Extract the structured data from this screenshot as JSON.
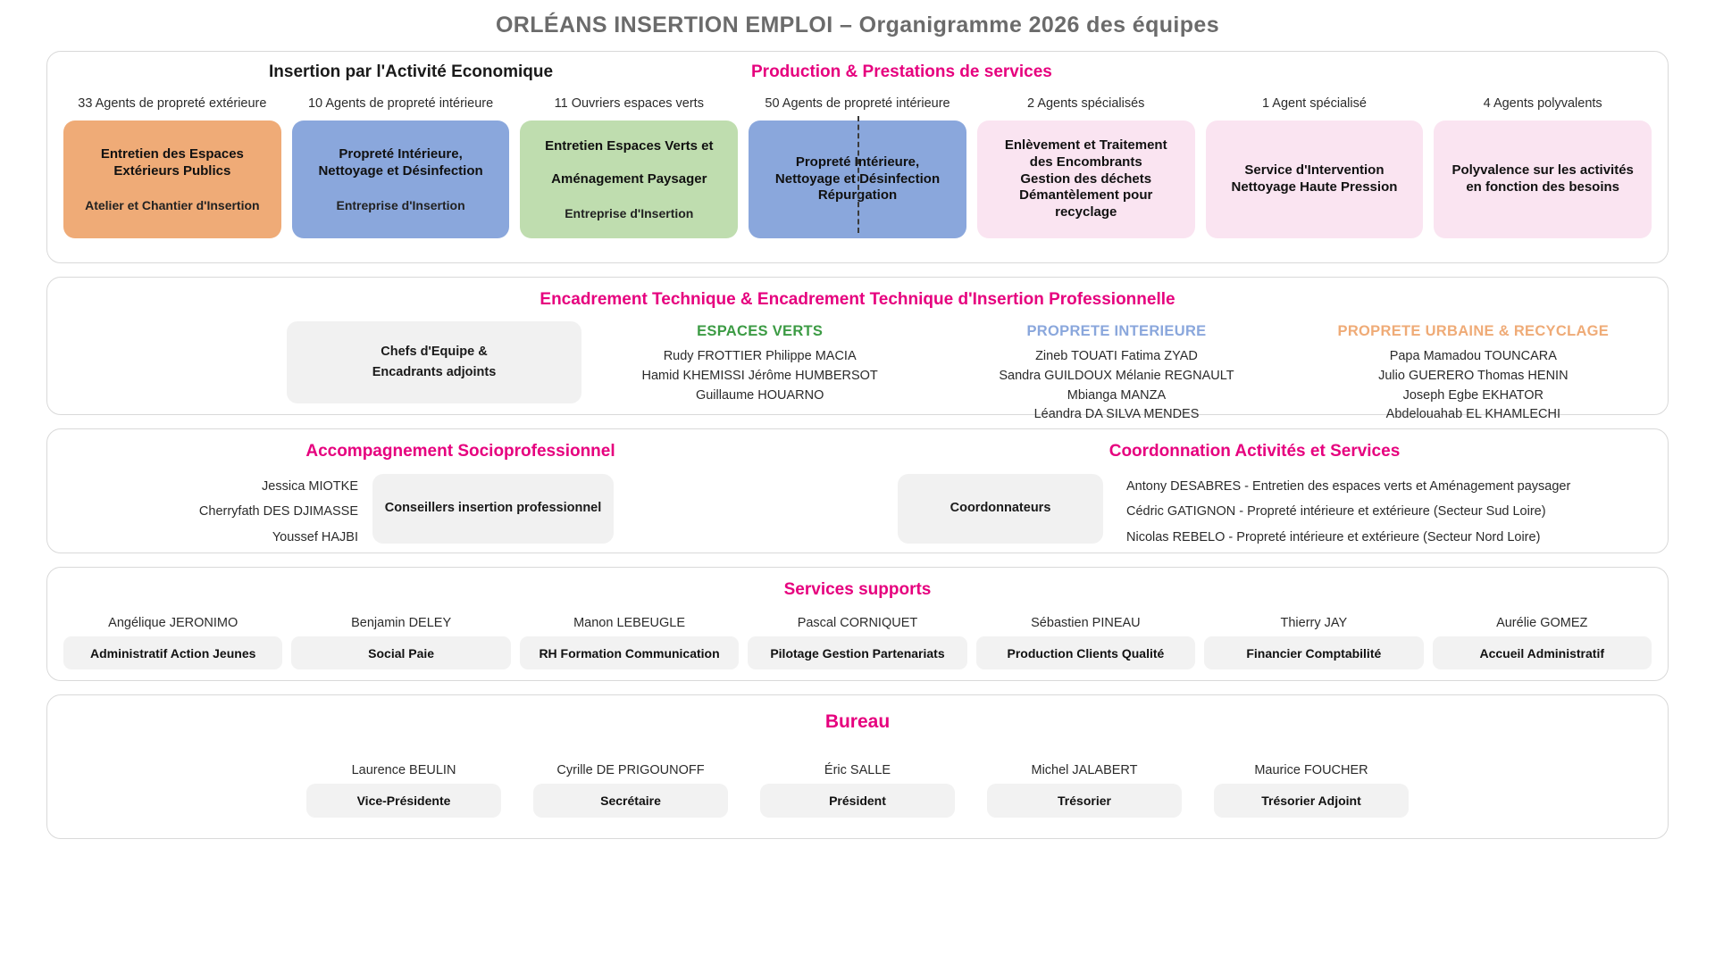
{
  "header": {
    "title": "ORLÉANS INSERTION EMPLOI – Organigramme 2026 des équipes"
  },
  "section_activities": {
    "heading_left": "Insertion par l'Activité Economique",
    "heading_right": "Production & Prestations de services",
    "columns": [
      {
        "count": "33 Agents de propreté extérieure",
        "color": "#efab77",
        "title_line1": "Entretien des Espaces",
        "title_line2": "Extérieurs Publics",
        "subtitle": "Atelier et Chantier d'Insertion"
      },
      {
        "count": "10 Agents de propreté intérieure",
        "color": "#8aa7dc",
        "title_line1": "Propreté Intérieure,",
        "title_line2": "Nettoyage et Désinfection",
        "subtitle": "Entreprise d'Insertion"
      },
      {
        "count": "11 Ouvriers espaces verts",
        "color": "#bfddaf",
        "title_line1": "Entretien Espaces Verts et",
        "title_line2": "Aménagement Paysager",
        "subtitle": "Entreprise d'Insertion"
      },
      {
        "count": "50 Agents de propreté intérieure",
        "color": "#8aa7dc",
        "title_line1": "Propreté Intérieure,",
        "title_line2": "Nettoyage et Désinfection",
        "title_line3": "Répurgation",
        "subtitle": ""
      },
      {
        "count": "2 Agents spécialisés",
        "color": "#fae4f1",
        "title_line1": "Enlèvement et Traitement",
        "title_line2": "des Encombrants",
        "title_line3": "Gestion des déchets",
        "title_line4": "Démantèlement pour",
        "title_line5": "recyclage",
        "subtitle": ""
      },
      {
        "count": "1 Agent spécialisé",
        "color": "#fae4f1",
        "title_line1": "Service d'Intervention",
        "title_line2": "Nettoyage Haute Pression",
        "subtitle": ""
      },
      {
        "count": "4 Agents polyvalents",
        "color": "#fae4f1",
        "title_line1": "Polyvalence sur les activités",
        "title_line2": "en fonction des besoins",
        "subtitle": ""
      }
    ]
  },
  "section_encadrement": {
    "title": "Encadrement Technique & Encadrement Technique d'Insertion Professionnelle",
    "box_label_line1": "Chefs d'Equipe &",
    "box_label_line2": "Encadrants adjoints",
    "groups": [
      {
        "name": "ESPACES VERTS",
        "color": "#3c9b44",
        "rows": [
          "Rudy FROTTIER   Philippe MACIA",
          "Hamid KHEMISSI  Jérôme HUMBERSOT",
          "Guillaume HOUARNO"
        ]
      },
      {
        "name": "PROPRETE INTERIEURE",
        "color": "#8aa7dc",
        "rows": [
          "Zineb TOUATI   Fatima ZYAD",
          "Sandra GUILDOUX   Mélanie REGNAULT",
          "Mbianga MANZA",
          "Léandra DA SILVA MENDES"
        ]
      },
      {
        "name": "PROPRETE URBAINE & RECYCLAGE",
        "color": "#efab77",
        "rows": [
          "Papa Mamadou TOUNCARA",
          "Julio GUERERO  Thomas HENIN",
          "Joseph Egbe EKHATOR",
          "Abdelouahab EL KHAMLECHI"
        ]
      }
    ]
  },
  "section_accompagnement": {
    "title_left": "Accompagnement Socioprofessionnel",
    "title_right": "Coordonnation Activités et Services",
    "left_names": [
      "Jessica MIOTKE",
      "Cherryfath DES DJIMASSE",
      "Youssef HAJBI"
    ],
    "left_box_label": "Conseillers insertion professionnel",
    "right_box_label": "Coordonnateurs",
    "right_names": [
      "Antony DESABRES - Entretien des espaces verts et Aménagement paysager",
      "Cédric GATIGNON - Propreté intérieure et extérieure (Secteur Sud Loire)",
      "Nicolas REBELO - Propreté intérieure et extérieure (Secteur Nord Loire)"
    ]
  },
  "section_supports": {
    "title": "Services supports",
    "people": [
      {
        "name": "Angélique JERONIMO",
        "role": "Administratif  Action Jeunes"
      },
      {
        "name": "Benjamin DELEY",
        "role": "Social  Paie"
      },
      {
        "name": "Manon LEBEUGLE",
        "role": "RH  Formation  Communication"
      },
      {
        "name": "Pascal CORNIQUET",
        "role": "Pilotage  Gestion  Partenariats"
      },
      {
        "name": "Sébastien PINEAU",
        "role": "Production  Clients  Qualité"
      },
      {
        "name": "Thierry JAY",
        "role": "Financier  Comptabilité"
      },
      {
        "name": "Aurélie GOMEZ",
        "role": "Accueil  Administratif"
      }
    ]
  },
  "section_bureau": {
    "title": "Bureau",
    "people": [
      {
        "name": "Laurence BEULIN",
        "role": "Vice-Présidente"
      },
      {
        "name": "Cyrille DE PRIGOUNOFF",
        "role": "Secrétaire"
      },
      {
        "name": "Éric SALLE",
        "role": "Président"
      },
      {
        "name": "Michel JALABERT",
        "role": "Trésorier"
      },
      {
        "name": "Maurice FOUCHER",
        "role": "Trésorier Adjoint"
      }
    ]
  },
  "colors": {
    "accent_pink": "#e6007e",
    "title_grey": "#6b6b6b",
    "orange": "#efab77",
    "blue": "#8aa7dc",
    "green": "#bfddaf",
    "light_pink": "#fae4f1",
    "grey_box": "#f1f1f1",
    "green_text": "#3c9b44"
  }
}
